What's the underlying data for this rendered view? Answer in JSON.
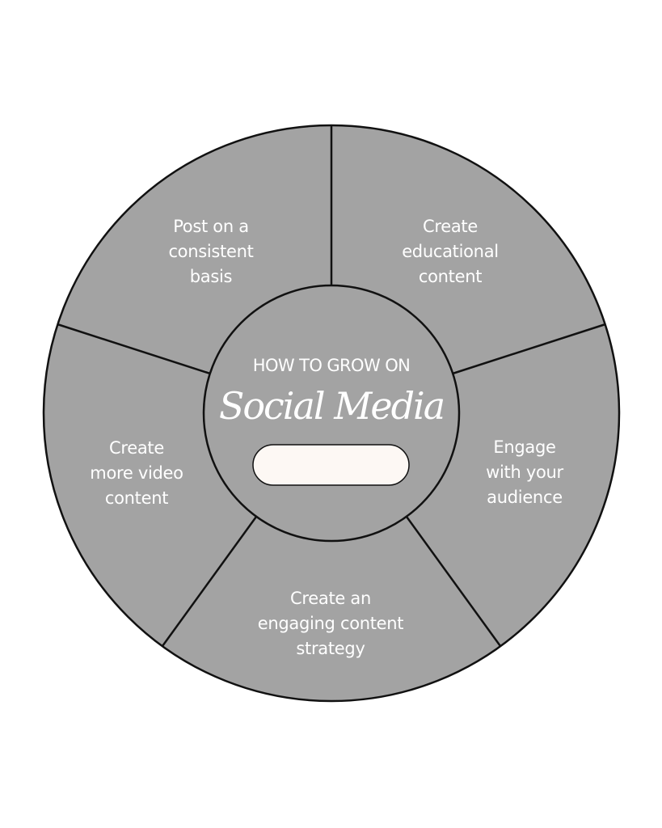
{
  "center": {
    "kicker": "HOW TO GROW ON",
    "title": "Social Media"
  },
  "segments": [
    {
      "lines": [
        "Post on a",
        "consistent",
        "basis"
      ]
    },
    {
      "lines": [
        "Create",
        "educational",
        "content"
      ]
    },
    {
      "lines": [
        "Engage",
        "with your",
        "audience"
      ]
    },
    {
      "lines": [
        "Create an",
        "engaging content",
        "strategy"
      ]
    },
    {
      "lines": [
        "Create",
        "more video",
        "content"
      ]
    }
  ],
  "colors": {
    "segment_fill": "#a3a3a3",
    "stroke": "#111111",
    "text": "#ffffff",
    "pill_fill": "#fdf8f4"
  }
}
